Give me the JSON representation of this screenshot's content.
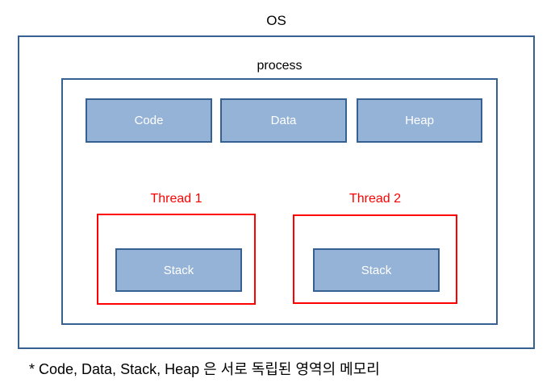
{
  "diagram": {
    "os_label": "OS",
    "process_label": "process",
    "memory_boxes": [
      {
        "id": "code",
        "label": "Code"
      },
      {
        "id": "data",
        "label": "Data"
      },
      {
        "id": "heap",
        "label": "Heap"
      }
    ],
    "threads": [
      {
        "label": "Thread 1",
        "stack_label": "Stack"
      },
      {
        "label": "Thread 2",
        "stack_label": "Stack"
      }
    ],
    "caption": "* Code, Data, Stack, Heap 은 서로 독립된 영역의 메모리",
    "colors": {
      "memory_box_fill": "#95b3d7",
      "memory_box_border": "#376092",
      "container_border": "#376092",
      "thread_accent": "#ff0000",
      "memory_box_text": "#ffffff",
      "label_text": "#000000",
      "background": "#ffffff"
    }
  }
}
